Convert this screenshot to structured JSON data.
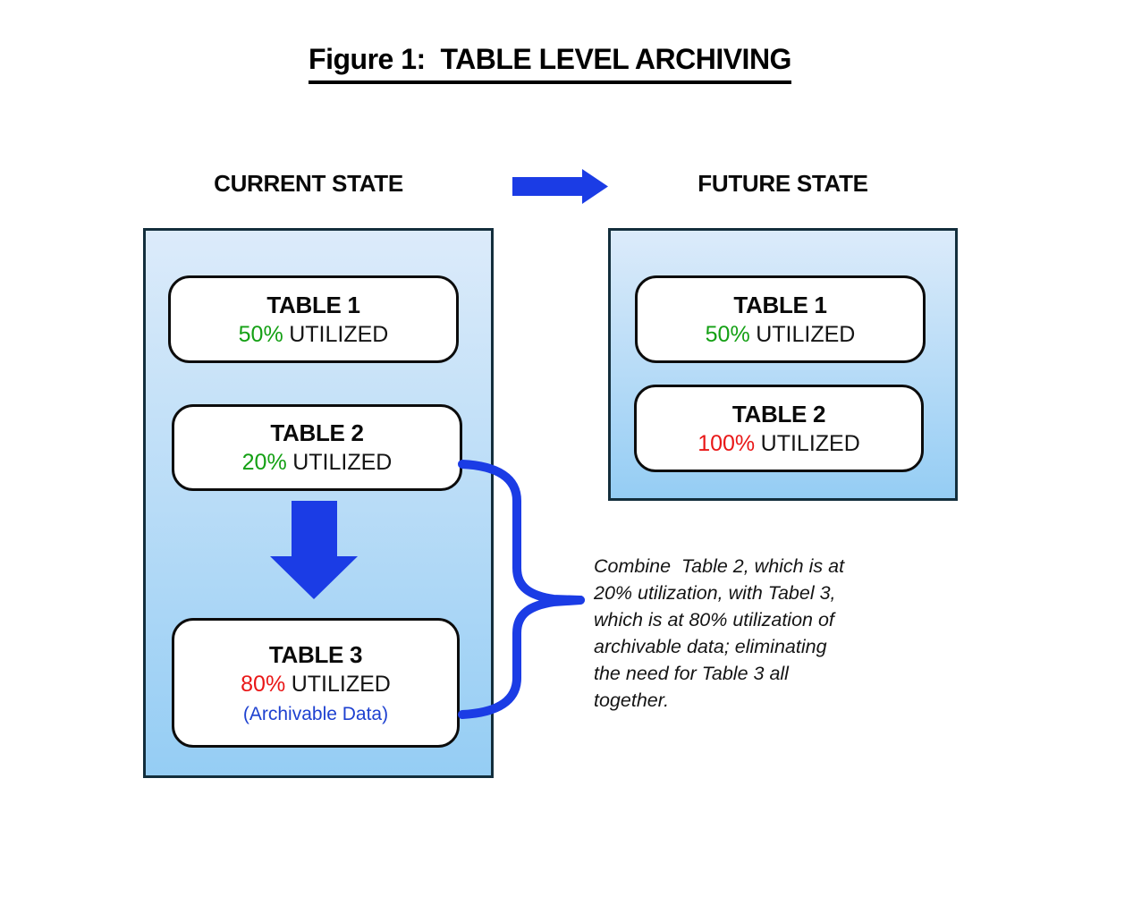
{
  "title": "Figure 1:  TABLE LEVEL ARCHIVING",
  "colors": {
    "accent_blue": "#1b3ce5",
    "green": "#14a014",
    "red": "#e91717",
    "note_blue": "#1e41d0",
    "panel_border": "#132e3c",
    "panel_grad_top": "#dcebfa",
    "panel_grad_bottom": "#95cdf4",
    "card_border": "#0c0c0c",
    "text_dark": "#141414"
  },
  "current_state": {
    "heading": "CURRENT STATE",
    "tables": [
      {
        "name": "TABLE 1",
        "percent": "50%",
        "status": "UTILIZED"
      },
      {
        "name": "TABLE 2",
        "percent": "20%",
        "status": "UTILIZED"
      },
      {
        "name": "TABLE 3",
        "percent": "80%",
        "status": "UTILIZED",
        "note": "(Archivable Data)"
      }
    ]
  },
  "future_state": {
    "heading": "FUTURE STATE",
    "tables": [
      {
        "name": "TABLE 1",
        "percent": "50%",
        "status": "UTILIZED"
      },
      {
        "name": "TABLE 2",
        "percent": "100%",
        "status": "UTILIZED"
      }
    ]
  },
  "icons": {
    "right_arrow": "right-arrow",
    "down_arrow": "down-arrow",
    "brace": "curly-brace"
  },
  "annotation": "Combine  Table 2, which is at\n20% utilization, with Tabel 3,\nwhich is at 80% utilization of\narchivable data; eliminating\nthe need for Table 3 all\ntogether."
}
